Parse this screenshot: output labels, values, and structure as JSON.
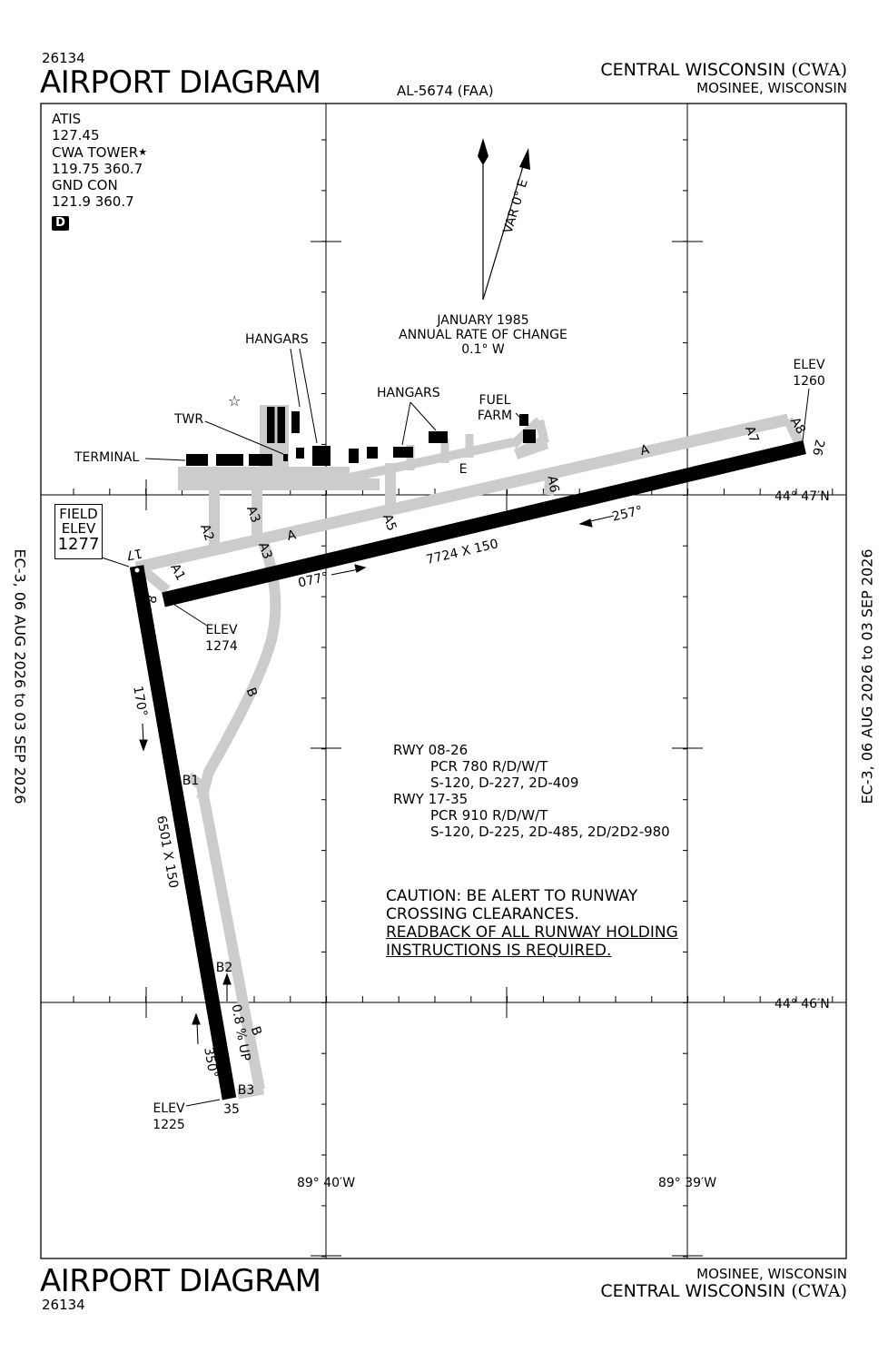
{
  "header": {
    "chart_number": "26134",
    "title": "AIRPORT DIAGRAM",
    "procedure_id": "AL-5674 (FAA)",
    "airport_name": "CENTRAL WISCONSIN",
    "airport_id": "(CWA)",
    "location": "MOSINEE, WISCONSIN"
  },
  "footer": {
    "chart_number": "26134",
    "title": "AIRPORT DIAGRAM",
    "airport_name": "CENTRAL WISCONSIN",
    "airport_id": "(CWA)",
    "location": "MOSINEE, WISCONSIN"
  },
  "side_dates": {
    "left": "EC-3,  06 AUG 2026  to  03 SEP 2026",
    "right": "EC-3,  06 AUG 2026  to  03 SEP 2026"
  },
  "comms": {
    "atis_label": "ATIS",
    "atis_freq": "127.45",
    "tower_label": "CWA TOWER",
    "tower_star": "★",
    "tower_freq": "119.75  360.7",
    "gnd_label": "GND CON",
    "gnd_freq": "121.9  360.7",
    "airspace_class": "D"
  },
  "magnetic": {
    "variation": "VAR 0° E",
    "date": "JANUARY 1985",
    "rate_label": "ANNUAL RATE OF CHANGE",
    "rate": "0.1° W"
  },
  "field_elev": {
    "label1": "FIELD",
    "label2": "ELEV",
    "value": "1277"
  },
  "coords": {
    "lat_upper": "44° 47′N",
    "lat_lower": "44° 46′N",
    "lon_left": "89° 40′W",
    "lon_right": "89° 39′W"
  },
  "runways": {
    "r0826_dims": "7724 X 150",
    "r0826_hdg_east": "077°",
    "r0826_hdg_west": "257°",
    "r1735_dims": "6501 X 150",
    "r1735_hdg_south": "170°",
    "r1735_hdg_north": "350°",
    "r1735_slope": "0.8 % UP",
    "end_8": "8",
    "end_26": "26",
    "end_17": "17",
    "end_35": "35",
    "elev_8_label": "ELEV",
    "elev_8": "1274",
    "elev_26_label": "ELEV",
    "elev_26": "1260",
    "elev_35_label": "ELEV",
    "elev_35": "1225"
  },
  "taxiways": {
    "A": "A",
    "A1": "A1",
    "A2": "A2",
    "A3": "A3",
    "A5": "A5",
    "A6": "A6",
    "A7": "A7",
    "A8": "A8",
    "B": "B",
    "B1": "B1",
    "B2": "B2",
    "B3": "B3",
    "E": "E"
  },
  "facilities": {
    "hangars_1": "HANGARS",
    "hangars_2": "HANGARS",
    "twr": "TWR",
    "terminal": "TERMINAL",
    "fuel_1": "FUEL",
    "fuel_2": "FARM"
  },
  "pcr": {
    "rwy1": "RWY  08-26",
    "rwy1_pcr": "PCR 780 R/D/W/T",
    "rwy1_wt": "S-120, D-227, 2D-409",
    "rwy2": "RWY  17-35",
    "rwy2_pcr": "PCR 910 R/D/W/T",
    "rwy2_wt": "S-120, D-225, 2D-485, 2D/2D2-980"
  },
  "caution": {
    "line1": "CAUTION: BE ALERT TO RUNWAY",
    "line2": "CROSSING CLEARANCES.",
    "line3": "READBACK OF ALL RUNWAY HOLDING",
    "line4": "INSTRUCTIONS IS REQUIRED."
  },
  "colors": {
    "runway": "#000000",
    "taxiway": "#cccccc",
    "frame": "#000000"
  }
}
